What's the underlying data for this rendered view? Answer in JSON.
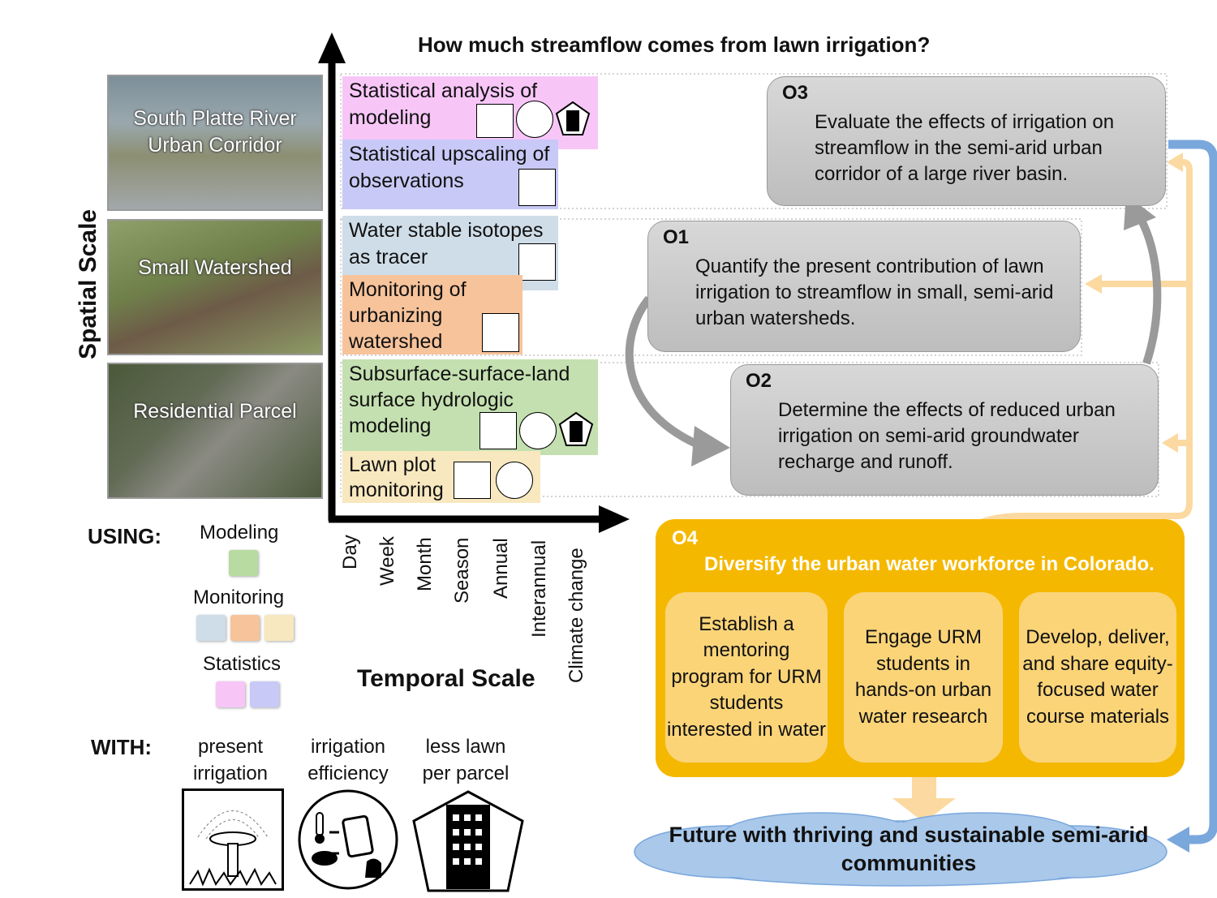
{
  "title": "How much streamflow comes from lawn irrigation?",
  "spatial_axis_label": "Spatial Scale",
  "temporal_axis_label": "Temporal Scale",
  "spatial_scales": [
    "South Platte River Urban Corridor",
    "Small Watershed",
    "Residential Parcel"
  ],
  "temporal_ticks": [
    "Day",
    "Week",
    "Month",
    "Season",
    "Annual",
    "Interannual",
    "Climate change"
  ],
  "methods": [
    {
      "text": "Statistical analysis of modeling",
      "category": "Statistics",
      "color": "#f7c6f7"
    },
    {
      "text": "Statistical upscaling of observations",
      "category": "Statistics",
      "color": "#c9c9f7"
    },
    {
      "text": "Water stable isotopes as tracer",
      "category": "Monitoring",
      "color": "#cfdde8"
    },
    {
      "text": "Monitoring of urbanizing watershed",
      "category": "Monitoring",
      "color": "#f7c39b"
    },
    {
      "text": "Subsurface-surface-land surface hydrologic modeling",
      "category": "Modeling",
      "color": "#c4e0b0"
    },
    {
      "text": "Lawn plot monitoring",
      "category": "Monitoring",
      "color": "#f8e8bf"
    }
  ],
  "objectives": {
    "o3": {
      "code": "O3",
      "text": "Evaluate the effects of irrigation on streamflow in the semi-arid urban corridor of a large river basin."
    },
    "o1": {
      "code": "O1",
      "text": "Quantify the present contribution of lawn irrigation to streamflow in small, semi-arid urban watersheds."
    },
    "o2": {
      "code": "O2",
      "text": "Determine the effects of reduced urban irrigation on semi-arid groundwater recharge and runoff."
    },
    "o4": {
      "code": "O4",
      "title": "Diversify the urban water workforce in Colorado.",
      "items": [
        "Establish a mentoring program for URM students interested in water",
        "Engage URM students in hands-on urban water research",
        "Develop, deliver, and share equity-focused water course materials"
      ]
    }
  },
  "legend": {
    "using_label": "USING:",
    "categories": [
      {
        "name": "Modeling",
        "colors": [
          "#b7dba0"
        ]
      },
      {
        "name": "Monitoring",
        "colors": [
          "#cfdde8",
          "#f7c39b",
          "#f8e8bf"
        ]
      },
      {
        "name": "Statistics",
        "colors": [
          "#f7c6f7",
          "#c9c9f7"
        ]
      }
    ],
    "with_label": "WITH:",
    "scenarios": [
      "present irrigation",
      "irrigation efficiency",
      "less lawn per parcel"
    ]
  },
  "outcome": "Future with thriving and sustainable semi-arid communities",
  "colors": {
    "o4": "#f5b800",
    "o4_items": "#fbd478",
    "arrow_blue": "#7aa7dc",
    "arrow_cream": "#fbd9a0",
    "cloud": "#a9c8ea"
  }
}
